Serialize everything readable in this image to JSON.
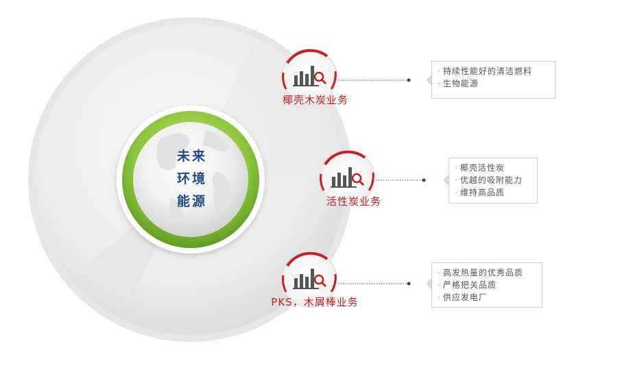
{
  "center": {
    "lines": [
      "未来",
      "环境",
      "能源"
    ]
  },
  "colors": {
    "accent_red": "#c7201e",
    "accent_green": "#8cc63f",
    "title_blue": "#1f4a8a"
  },
  "icon_name": "bar-chart-magnifier-icon",
  "businesses": [
    {
      "label": "椰壳木炭业务",
      "points": [
        "持续性能好的清洁燃料",
        "生物能源"
      ]
    },
    {
      "label": "活性炭业务",
      "points": [
        "椰壳活性炭",
        "优越的吸附能力",
        "维持高品质"
      ]
    },
    {
      "label": "PKS，木屑棒业务",
      "points": [
        "高发热量的优秀品质",
        "严格把关品质",
        "供应发电厂"
      ]
    }
  ]
}
